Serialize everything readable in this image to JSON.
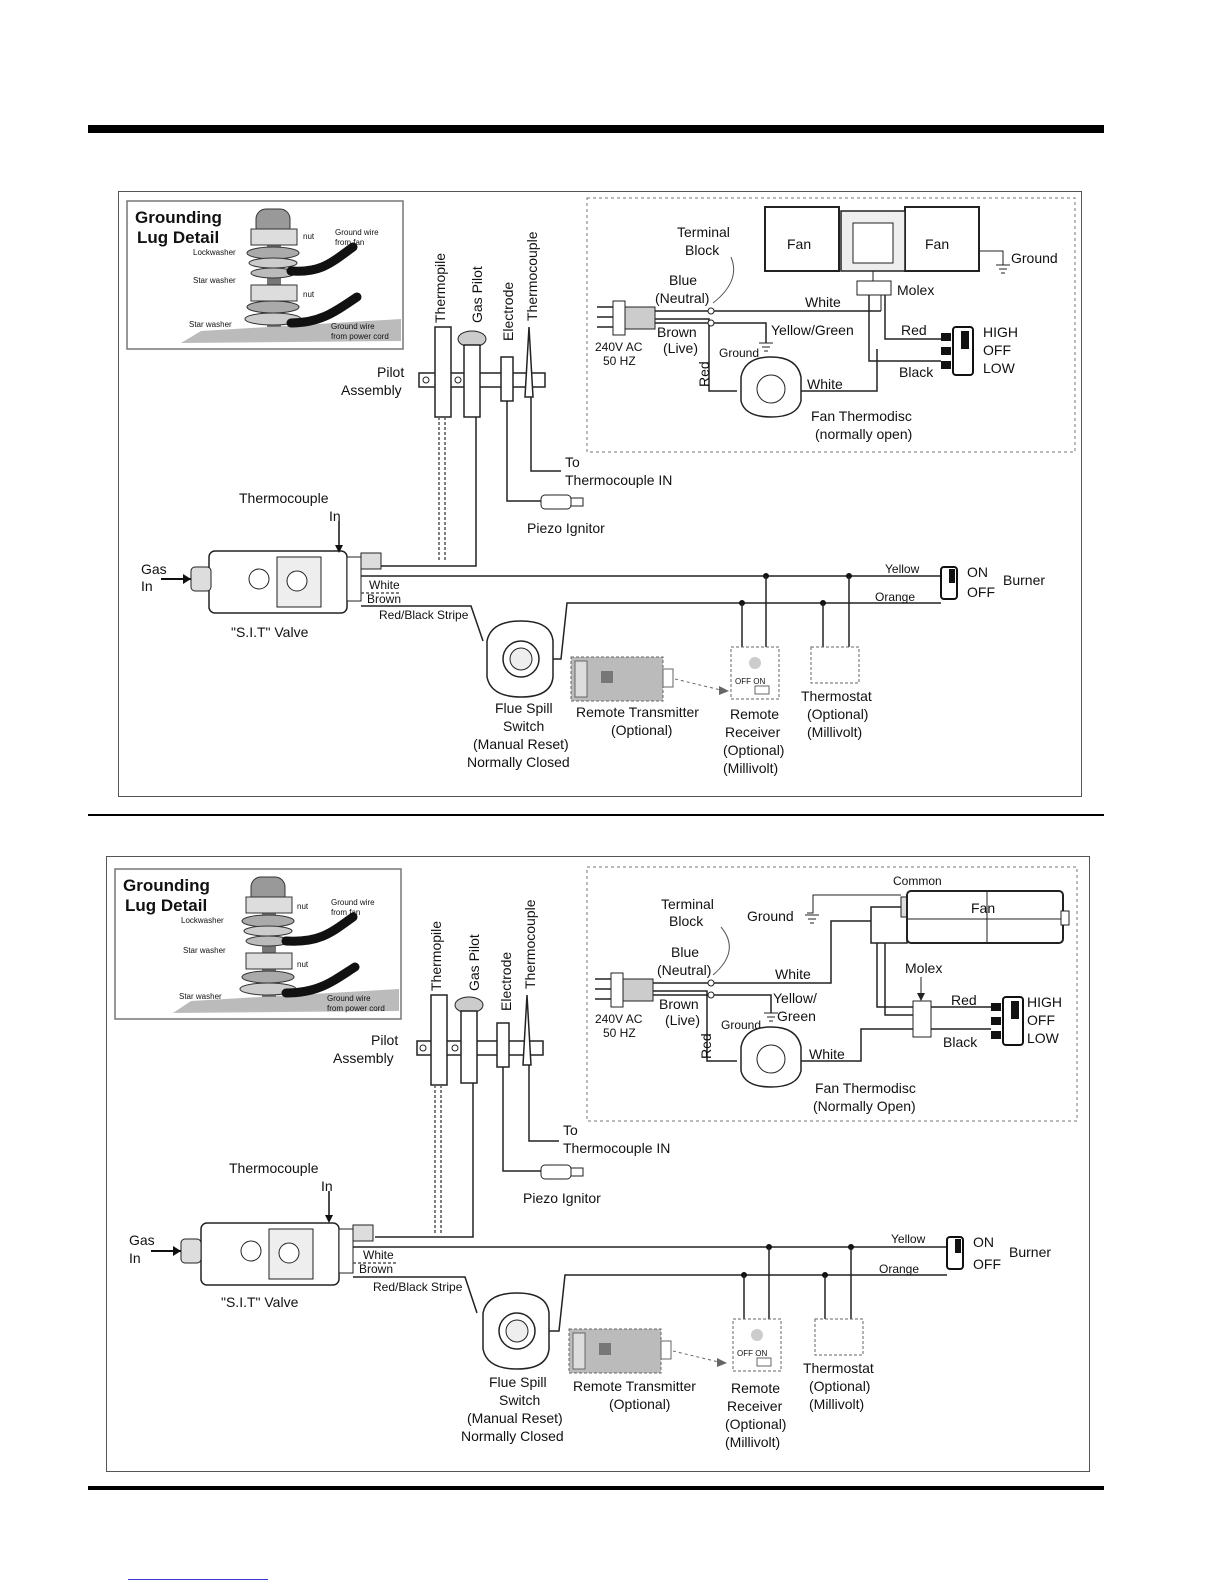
{
  "diagrams": [
    {
      "lug": {
        "title1": "Grounding",
        "title2": "Lug Detail",
        "nut1": "nut",
        "nut2": "nut",
        "lockwasher": "Lockwasher",
        "star1": "Star washer",
        "star2": "Star washer",
        "gw_fan1": "Ground wire",
        "gw_fan2": "from fan",
        "gw_cord1": "Ground wire",
        "gw_cord2": "from power cord"
      },
      "pilot": {
        "thermopile": "Thermopile",
        "gas_pilot": "Gas Pilot",
        "electrode": "Electrode",
        "thermocouple": "Thermocouple",
        "assembly1": "Pilot",
        "assembly2": "Assembly",
        "to1": "To",
        "to2": "Thermocouple IN",
        "piezo": "Piezo Ignitor"
      },
      "valve": {
        "tc1": "Thermocouple",
        "tc2": "In",
        "gas1": "Gas",
        "gas2": "In",
        "white": "White",
        "brown": "Brown",
        "red_black": "Red/Black Stripe",
        "name": "\"S.I.T\" Valve"
      },
      "burner": {
        "yellow": "Yellow",
        "orange": "Orange",
        "on": "ON",
        "off": "OFF",
        "label": "Burner"
      },
      "controls": {
        "flue": [
          "Flue Spill",
          "Switch",
          "(Manual Reset)",
          "Normally Closed"
        ],
        "transmitter": [
          "Remote Transmitter",
          "(Optional)"
        ],
        "receiver": [
          "Remote",
          "Receiver",
          "(Optional)",
          "(Millivolt)"
        ],
        "receiver_switch": "OFF  ON",
        "thermostat": [
          "Thermostat",
          "(Optional)",
          "(Millivolt)"
        ]
      },
      "fan": {
        "terminal1": "Terminal",
        "terminal2": "Block",
        "blue1": "Blue",
        "blue2": "(Neutral)",
        "brown1": "Brown",
        "brown2": "(Live)",
        "volt1": "240V AC",
        "volt2": "50 HZ",
        "ground": "Ground",
        "yellow_green": "Yellow/Green",
        "white1": "White",
        "white2": "White",
        "red_v": "Red",
        "fan_a": "Fan",
        "fan_b": "Fan",
        "ground_right": "Ground",
        "molex": "Molex",
        "red": "Red",
        "black": "Black",
        "high": "HIGH",
        "off": "OFF",
        "low": "LOW",
        "thermodisc1": "Fan Thermodisc",
        "thermodisc2": "(normally open)"
      }
    },
    {
      "lug": {
        "title1": "Grounding",
        "title2": "Lug Detail",
        "nut1": "nut",
        "nut2": "nut",
        "lockwasher": "Lockwasher",
        "star1": "Star washer",
        "star2": "Star washer",
        "gw_fan1": "Ground wire",
        "gw_fan2": "from fan",
        "gw_cord1": "Ground wire",
        "gw_cord2": "from power cord"
      },
      "pilot": {
        "thermopile": "Thermopile",
        "gas_pilot": "Gas Pilot",
        "electrode": "Electrode",
        "thermocouple": "Thermocouple",
        "assembly1": "Pilot",
        "assembly2": "Assembly",
        "to1": "To",
        "to2": "Thermocouple IN",
        "piezo": "Piezo Ignitor"
      },
      "valve": {
        "tc1": "Thermocouple",
        "tc2": "In",
        "gas1": "Gas",
        "gas2": "In",
        "white": "White",
        "brown": "Brown",
        "red_black": "Red/Black Stripe",
        "name": "\"S.I.T\" Valve"
      },
      "burner": {
        "yellow": "Yellow",
        "orange": "Orange",
        "on": "ON",
        "off": "OFF",
        "label": "Burner"
      },
      "controls": {
        "flue": [
          "Flue Spill",
          "Switch",
          "(Manual Reset)",
          "Normally Closed"
        ],
        "transmitter": [
          "Remote Transmitter",
          "(Optional)"
        ],
        "receiver": [
          "Remote",
          "Receiver",
          "(Optional)",
          "(Millivolt)"
        ],
        "receiver_switch": "OFF  ON",
        "thermostat": [
          "Thermostat",
          "(Optional)",
          "(Millivolt)"
        ]
      },
      "fan": {
        "terminal1": "Terminal",
        "terminal2": "Block",
        "blue1": "Blue",
        "blue2": "(Neutral)",
        "brown1": "Brown",
        "brown2": "(Live)",
        "volt1": "240V AC",
        "volt2": "50 HZ",
        "ground": "Ground",
        "yellow_green1": "Yellow/",
        "yellow_green2": "Green",
        "white1": "White",
        "white2": "White",
        "red_v": "Red",
        "common": "Common",
        "ground_top": "Ground",
        "fan": "Fan",
        "molex": "Molex",
        "red": "Red",
        "black": "Black",
        "high": "HIGH",
        "off": "OFF",
        "low": "LOW",
        "thermodisc1": "Fan Thermodisc",
        "thermodisc2": "(Normally Open)"
      }
    }
  ]
}
